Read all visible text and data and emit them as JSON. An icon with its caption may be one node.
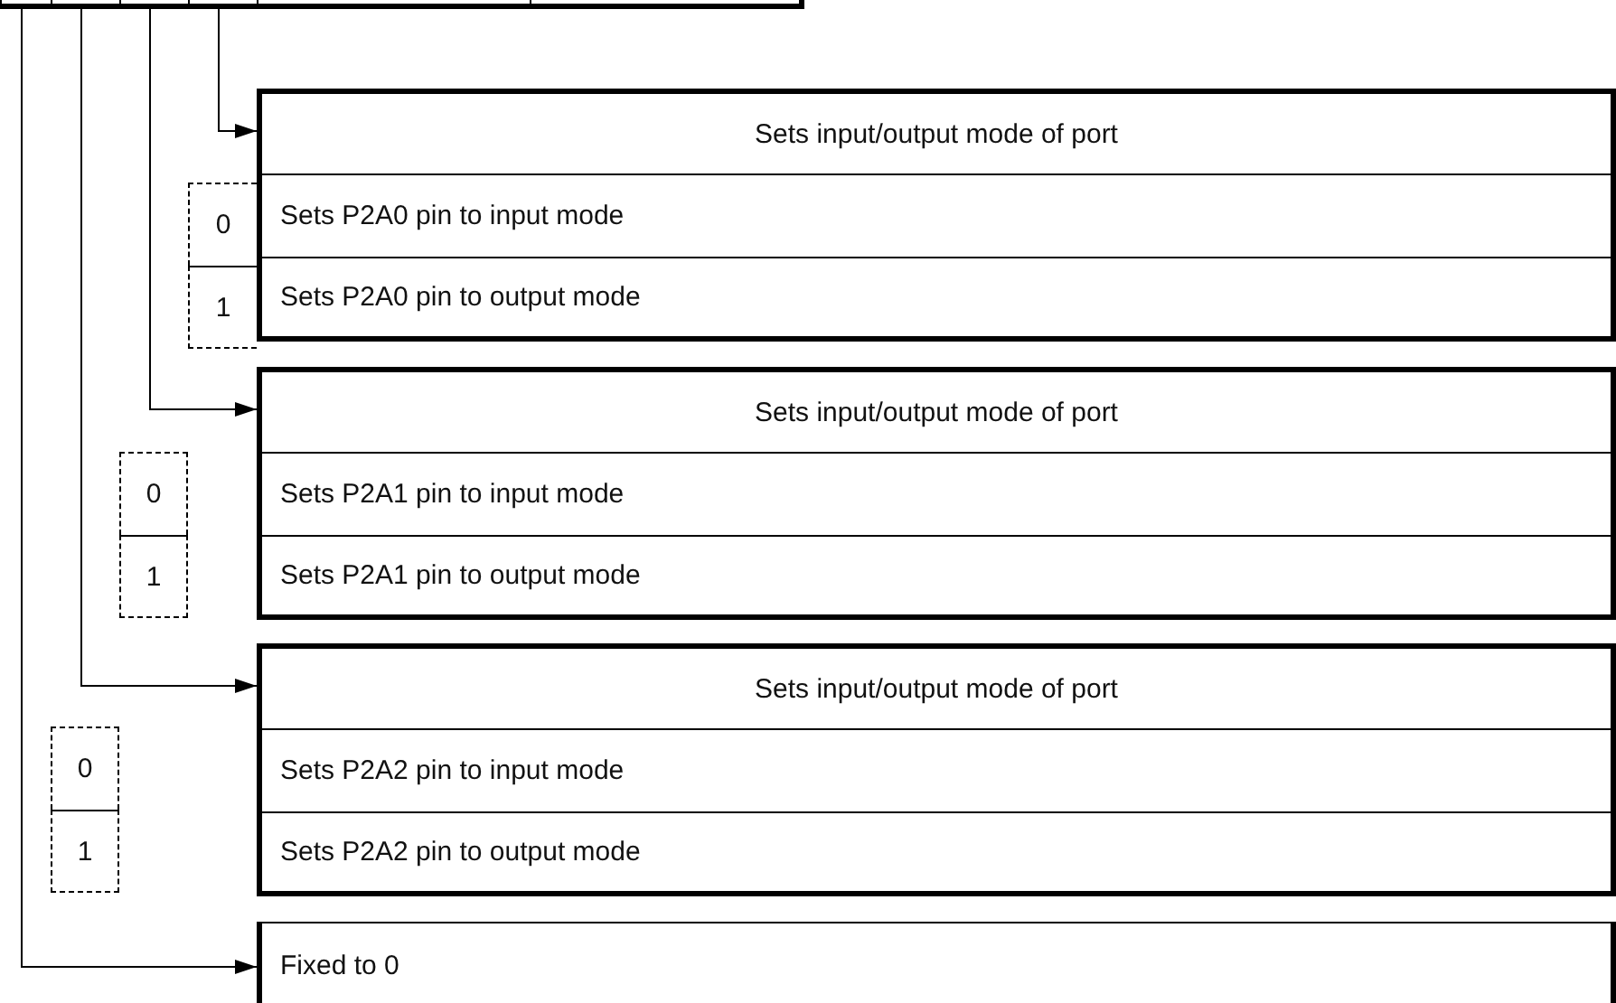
{
  "diagram": {
    "nodes": [
      {
        "text": [],
        "shape": "box"
      },
      {
        "text": [],
        "shape": "box"
      },
      {
        "text": [],
        "shape": "box"
      },
      {
        "text": [],
        "shape": "box"
      },
      {
        "text": [],
        "shape": "box"
      },
      {
        "text": [],
        "shape": "box"
      },
      {
        "text": [
          "Sets input/output mode of port"
        ]
      },
      {
        "text": [
          "0"
        ]
      },
      {
        "text": [
          "Sets P2A0 pin to input mode"
        ]
      },
      {
        "text": [
          "1"
        ]
      },
      {
        "text": [
          "Sets P2A0 pin to output mode"
        ]
      },
      {
        "text": [
          "Sets input/output mode of port"
        ]
      },
      {
        "text": [
          "0"
        ]
      },
      {
        "text": [
          "Sets P2A1 pin to input mode"
        ]
      },
      {
        "text": [
          "1"
        ]
      },
      {
        "text": [
          "Sets P2A1 pin to output mode"
        ]
      },
      {
        "text": [
          "Sets input/output mode of port"
        ]
      },
      {
        "text": [
          "0"
        ]
      },
      {
        "text": [
          "Sets P2A2 pin to input mode"
        ]
      },
      {
        "text": [
          "1"
        ]
      },
      {
        "text": [
          "Sets P2A2 pin to output mode"
        ]
      },
      {
        "text": [
          "Fixed to 0"
        ]
      }
    ],
    "edges": [
      {
        "from": 3,
        "to": 6,
        "arrow": "to"
      },
      {
        "from": 2,
        "to": 11,
        "arrow": "to"
      },
      {
        "from": 1,
        "to": 16,
        "arrow": "to"
      },
      {
        "from": 0,
        "to": 21,
        "arrow": "to"
      }
    ]
  }
}
